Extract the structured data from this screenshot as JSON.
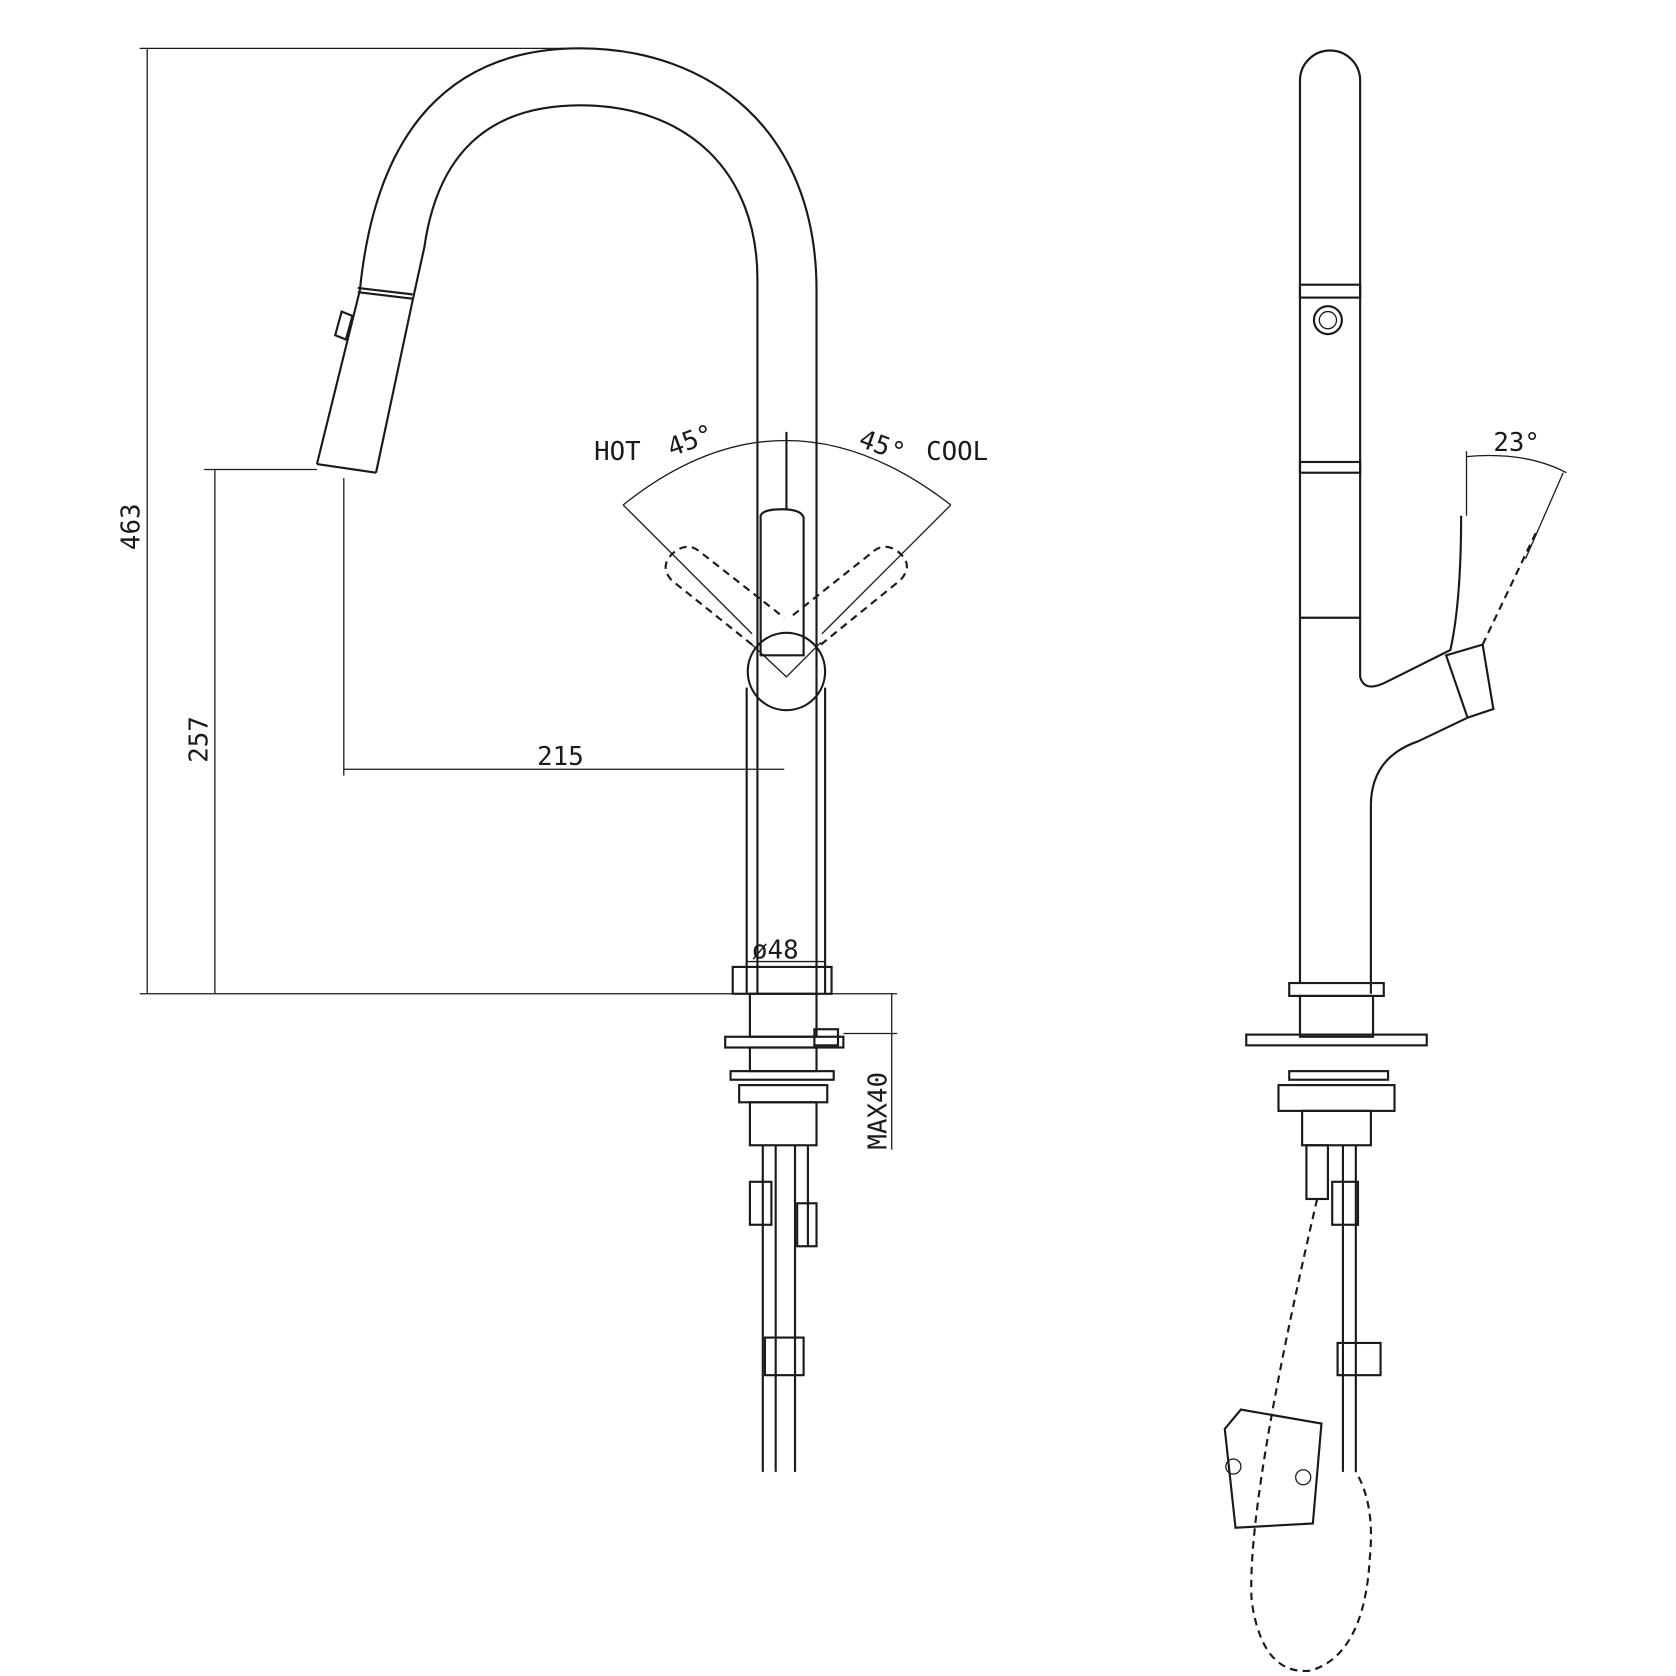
{
  "labels": {
    "height_total": "463",
    "height_spout": "257",
    "reach": "215",
    "base_diameter": "ø48",
    "max_deck": "MAX40",
    "hot": "HOT",
    "cool": "COOL",
    "hot_angle": "45°",
    "cool_angle": "45°",
    "spray_angle": "23°"
  },
  "colors": {
    "line": "#1a1a1a",
    "background": "#ffffff"
  }
}
